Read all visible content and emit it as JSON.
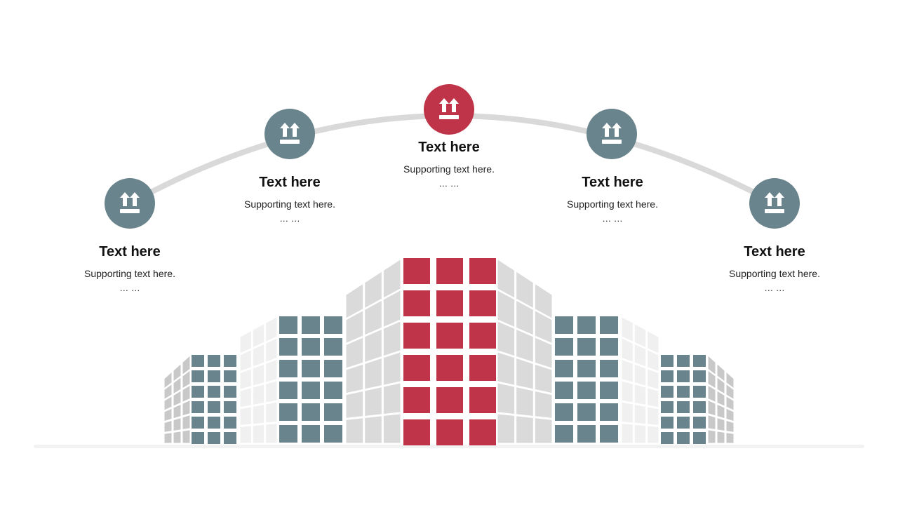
{
  "colors": {
    "accent": "#bf3448",
    "slate": "#6a848d",
    "arc": "#d9d9d9",
    "grid_light": "#f0f0f0",
    "grid_mid": "#dadada",
    "grid_dark": "#c8c8c8"
  },
  "icons": {
    "node_icon": "this-side-up-arrows-icon"
  },
  "nodes": [
    {
      "title": "Text here",
      "subtitle": "Supporting text here.",
      "ellipsis": "… …",
      "highlight": false
    },
    {
      "title": "Text here",
      "subtitle": "Supporting text here.",
      "ellipsis": "… …",
      "highlight": false
    },
    {
      "title": "Text here",
      "subtitle": "Supporting text here.",
      "ellipsis": "… …",
      "highlight": true
    },
    {
      "title": "Text here",
      "subtitle": "Supporting text here.",
      "ellipsis": "… …",
      "highlight": false
    },
    {
      "title": "Text here",
      "subtitle": "Supporting text here.",
      "ellipsis": "… …",
      "highlight": false
    }
  ]
}
